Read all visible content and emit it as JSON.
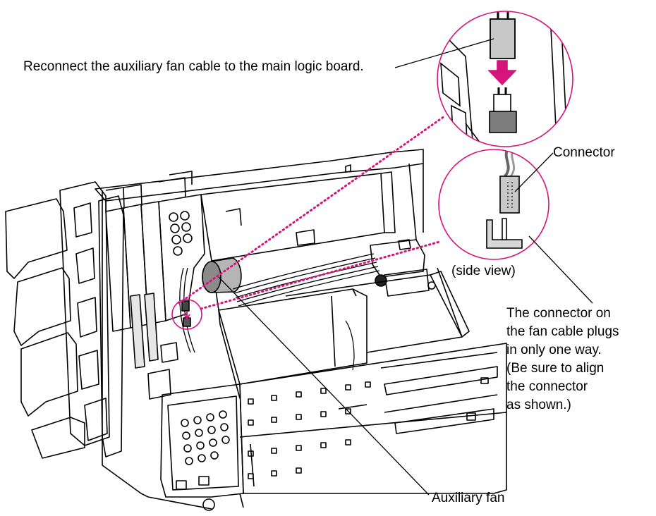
{
  "labels": {
    "reconnect": "Reconnect the auxiliary fan cable to the main logic board.",
    "connector": "Connector",
    "side_view": "(side view)",
    "note_lines": [
      "The connector on",
      "the fan cable plugs",
      "in only one way.",
      "(Be sure to align",
      "the connector",
      "as shown.)"
    ],
    "auxiliary_fan": "Auxiliary fan"
  },
  "colors": {
    "callout_magenta": "#d5147d",
    "line_black": "#000000",
    "connector_gray": "#c8c8c8"
  }
}
